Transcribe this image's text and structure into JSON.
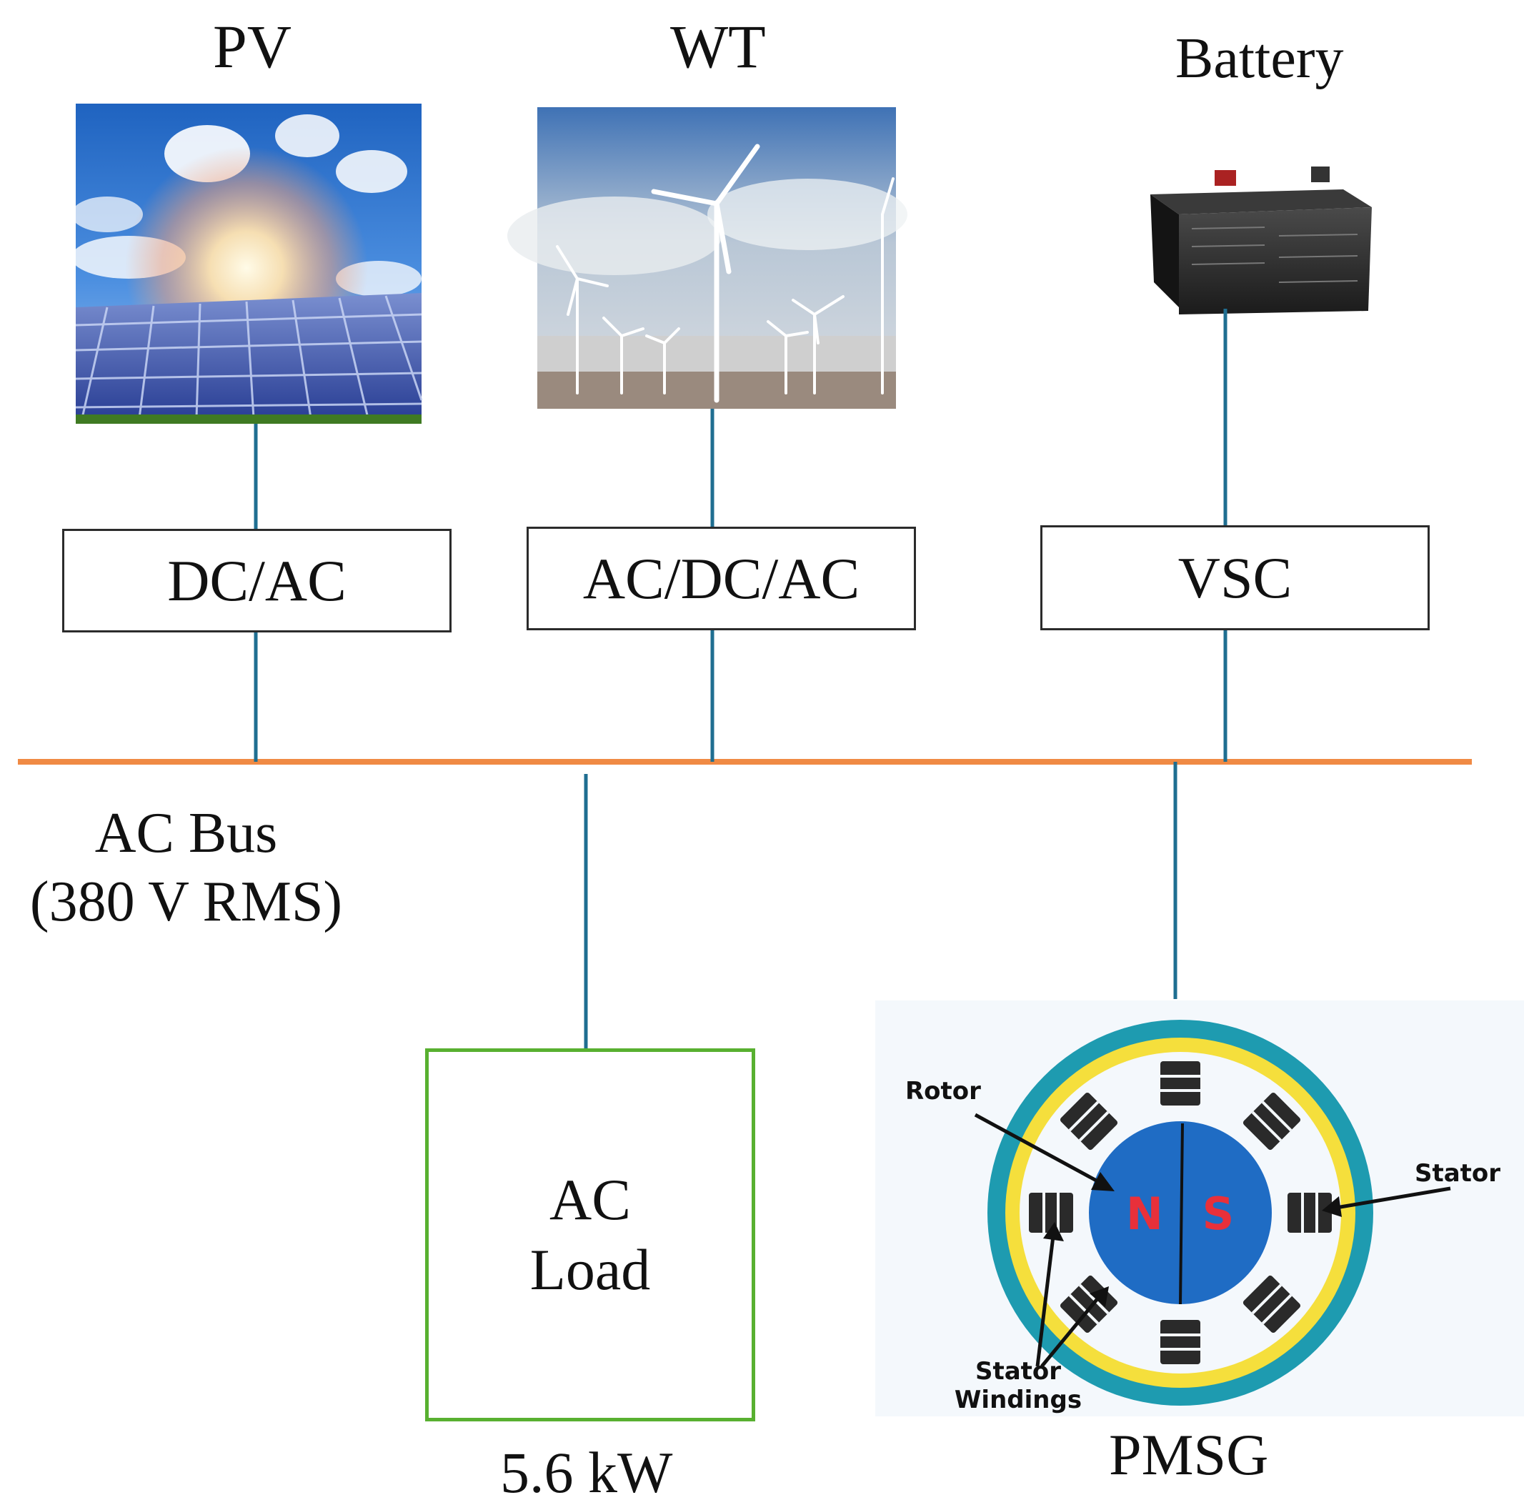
{
  "sources": {
    "pv": {
      "title": "PV",
      "converter": "DC/AC"
    },
    "wt": {
      "title": "WT",
      "converter": "AC/DC/AC"
    },
    "battery": {
      "title": "Battery",
      "converter": "VSC"
    }
  },
  "bus": {
    "name": "AC Bus",
    "voltage": "(380 V RMS)"
  },
  "load": {
    "line1": "AC",
    "line2": "Load",
    "power": "5.6 kW"
  },
  "generator": {
    "name": "PMSG",
    "labels": {
      "rotor": "Rotor",
      "stator": "Stator",
      "windings_1": "Stator",
      "windings_2": "Windings"
    },
    "poles": {
      "north": "N",
      "south": "S"
    }
  },
  "colors": {
    "bus": "#f08a44",
    "line": "#1f6e91",
    "load_border": "#58b030",
    "stator_outer": "#1e9bb0",
    "stator_inner": "#f5df3c",
    "rotor": "#1f6cc4",
    "pole_text": "#e8303a",
    "winding": "#2a2a2a"
  }
}
